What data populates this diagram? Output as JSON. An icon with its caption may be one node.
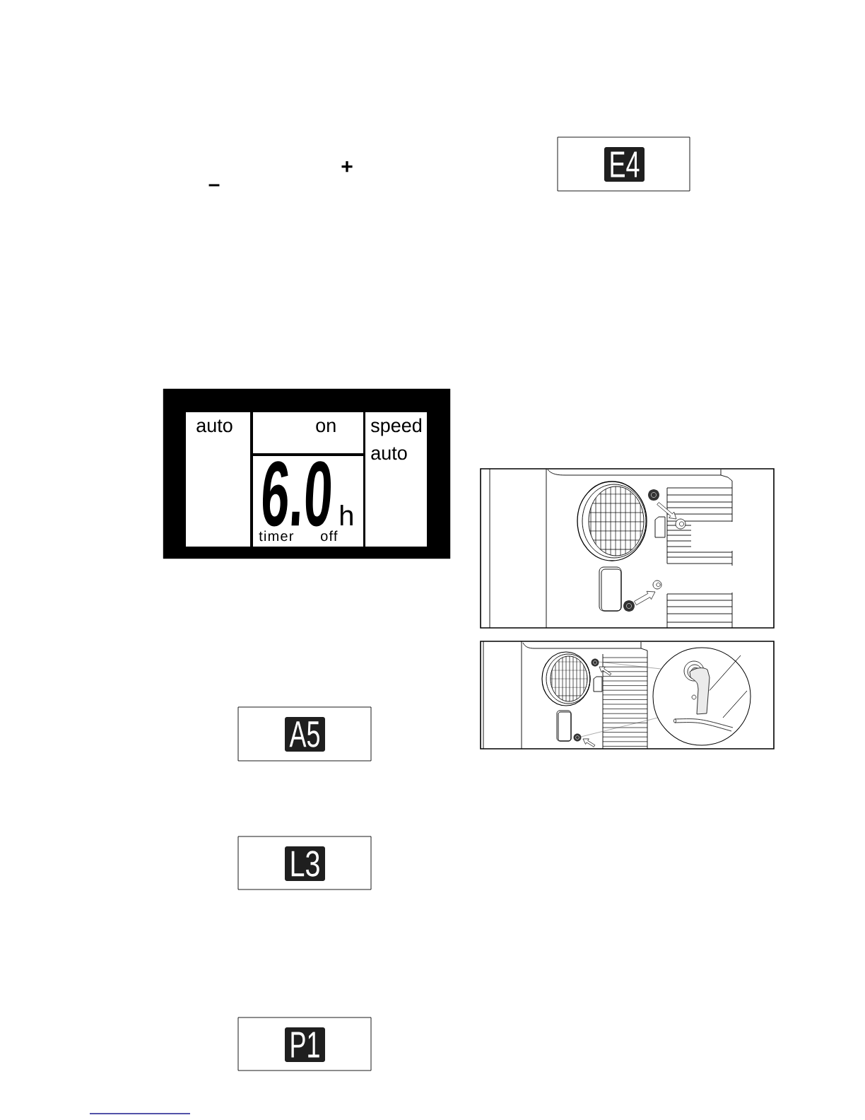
{
  "diagram": {
    "nodes": [
      {
        "text": [],
        "shape": "box"
      },
      {
        "text": [
          "auto"
        ],
        "in": 0
      },
      {
        "text": [
          "on"
        ],
        "in": 0
      },
      {
        "text": [
          "6.0",
          "h",
          "timer",
          "off"
        ],
        "in": 0
      },
      {
        "text": [
          "speed",
          "auto"
        ],
        "in": 0
      },
      {
        "text": [
          "A5"
        ]
      },
      {
        "text": [
          "L3"
        ]
      },
      {
        "text": [
          "P1"
        ]
      },
      {
        "text": [
          "E4"
        ]
      },
      {
        "text": [],
        "shape": "picture"
      },
      {
        "text": [],
        "shape": "picture"
      }
    ],
    "edges": [
      {
        "from": null,
        "to": 9,
        "arrow": "none"
      },
      {
        "from": null,
        "to": 10,
        "arrow": "none"
      }
    ],
    "labels": [
      "+",
      "–"
    ]
  }
}
